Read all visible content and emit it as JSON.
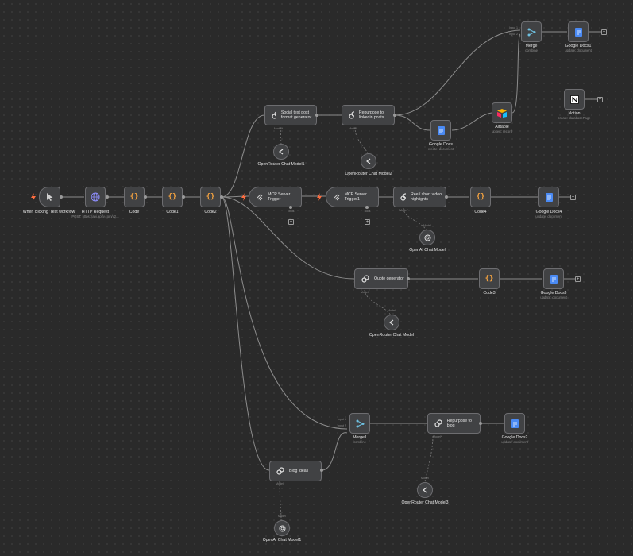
{
  "colors": {
    "background": "#2a2a2a",
    "node": "#414244",
    "edge": "#8c8c8c",
    "trigger_bolt": "#ff6d3f",
    "docs_blue": "#4a8af4",
    "http_purple": "#6b6bd6",
    "code_orange": "#f0a040"
  },
  "nodes": {
    "manual_trigger": {
      "label": "When clicking 'Test workflow'",
      "icon": "cursor-icon"
    },
    "http_request": {
      "label": "HTTP Request",
      "sub": "POST: https://api.apify.com/v2...",
      "icon": "globe-icon"
    },
    "code": {
      "label": "Code",
      "icon": "braces-icon"
    },
    "code1": {
      "label": "Code1",
      "icon": "braces-icon"
    },
    "code2": {
      "label": "Code2",
      "icon": "braces-icon"
    },
    "social": {
      "label": "Social text post format generator",
      "icon": "link-icon"
    },
    "repurpose_linkedin": {
      "label": "Repurpose to linkedin posts",
      "icon": "link-icon"
    },
    "or_model1": {
      "label": "OpenRouter Chat Model1",
      "icon": "openrouter-icon"
    },
    "or_model2": {
      "label": "OpenRouter Chat Model2",
      "icon": "openrouter-icon"
    },
    "google_docs": {
      "label": "Google Docs",
      "sub": "create: document",
      "icon": "docs-icon"
    },
    "airtable": {
      "label": "Airtable",
      "sub": "upsert: record",
      "icon": "airtable-icon"
    },
    "merge": {
      "label": "Merge",
      "sub": "combine",
      "icon": "merge-icon",
      "input1": "Input 1",
      "input2": "Input 2"
    },
    "google_docs1": {
      "label": "Google Docs1",
      "sub": "update: document",
      "icon": "docs-icon"
    },
    "notion": {
      "label": "Notion",
      "sub": "create: databasePage",
      "icon": "notion-icon"
    },
    "mcp_trigger": {
      "label": "MCP Server Trigger",
      "tool": "Tools",
      "icon": "mcp-icon"
    },
    "mcp_trigger1": {
      "label": "MCP Server Trigger1",
      "tool": "Tools",
      "icon": "mcp-icon"
    },
    "reel": {
      "label": "Reel/ short video highlights",
      "icon": "link-icon"
    },
    "code4": {
      "label": "Code4",
      "icon": "braces-icon"
    },
    "google_docs4": {
      "label": "Google Docs4",
      "sub": "update: document",
      "icon": "docs-icon"
    },
    "openai_model": {
      "label": "OpenAI Chat Model",
      "icon": "openai-icon"
    },
    "quote": {
      "label": "Quote generator",
      "icon": "link-icon"
    },
    "code3": {
      "label": "Code3",
      "icon": "braces-icon"
    },
    "google_docs3": {
      "label": "Google Docs3",
      "sub": "update: document",
      "icon": "docs-icon"
    },
    "or_model": {
      "label": "OpenRouter Chat Model",
      "icon": "openrouter-icon"
    },
    "merge1": {
      "label": "Merge1",
      "sub": "combine",
      "icon": "merge-icon",
      "input1": "Input 1",
      "input2": "Input 2"
    },
    "repurpose_blog": {
      "label": "Repurpose to blog",
      "icon": "link-icon"
    },
    "google_docs2": {
      "label": "Google Docs2",
      "sub": "update: document",
      "icon": "docs-icon"
    },
    "or_model3": {
      "label": "OpenRouter Chat Model3",
      "icon": "openrouter-icon"
    },
    "blog_ideas": {
      "label": "Blog ideas",
      "icon": "link-icon"
    },
    "openai_model1": {
      "label": "OpenAI Chat Model1",
      "icon": "openai-icon"
    }
  },
  "port_labels": {
    "model": "Model*",
    "model_top": "Model"
  }
}
